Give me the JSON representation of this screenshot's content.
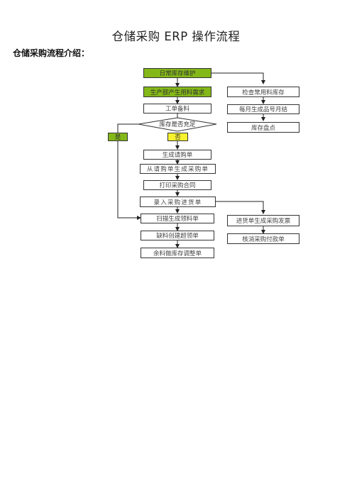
{
  "document": {
    "title": "仓储采购 ERP 操作流程",
    "subtitle": "仓储采购流程介绍："
  },
  "flowchart": {
    "daily_maintenance": "日常库存维护",
    "production_demand": "生产部产生用料需求",
    "work_order_prep": "工单备料",
    "stock_sufficient": "库存是否充足",
    "yes": "是",
    "no": "否",
    "gen_purchase_request": "生成请购单",
    "gen_po_from_request": "从请购单生成采购单",
    "print_contract": "打印采购合同",
    "enter_receipt": "录入采购进货单",
    "scan_pick_list": "扫描生成领料单",
    "shortage_over_pick": "缺料创建超领单",
    "surplus_adjust": "余料做库存调整单",
    "check_common_stock": "检查常用料库存",
    "monthly_close": "每月生成品号月结",
    "stock_count": "库存盘点",
    "receipt_invoice": "进货单生成采购发票",
    "verify_payment": "核消采购付款单"
  }
}
